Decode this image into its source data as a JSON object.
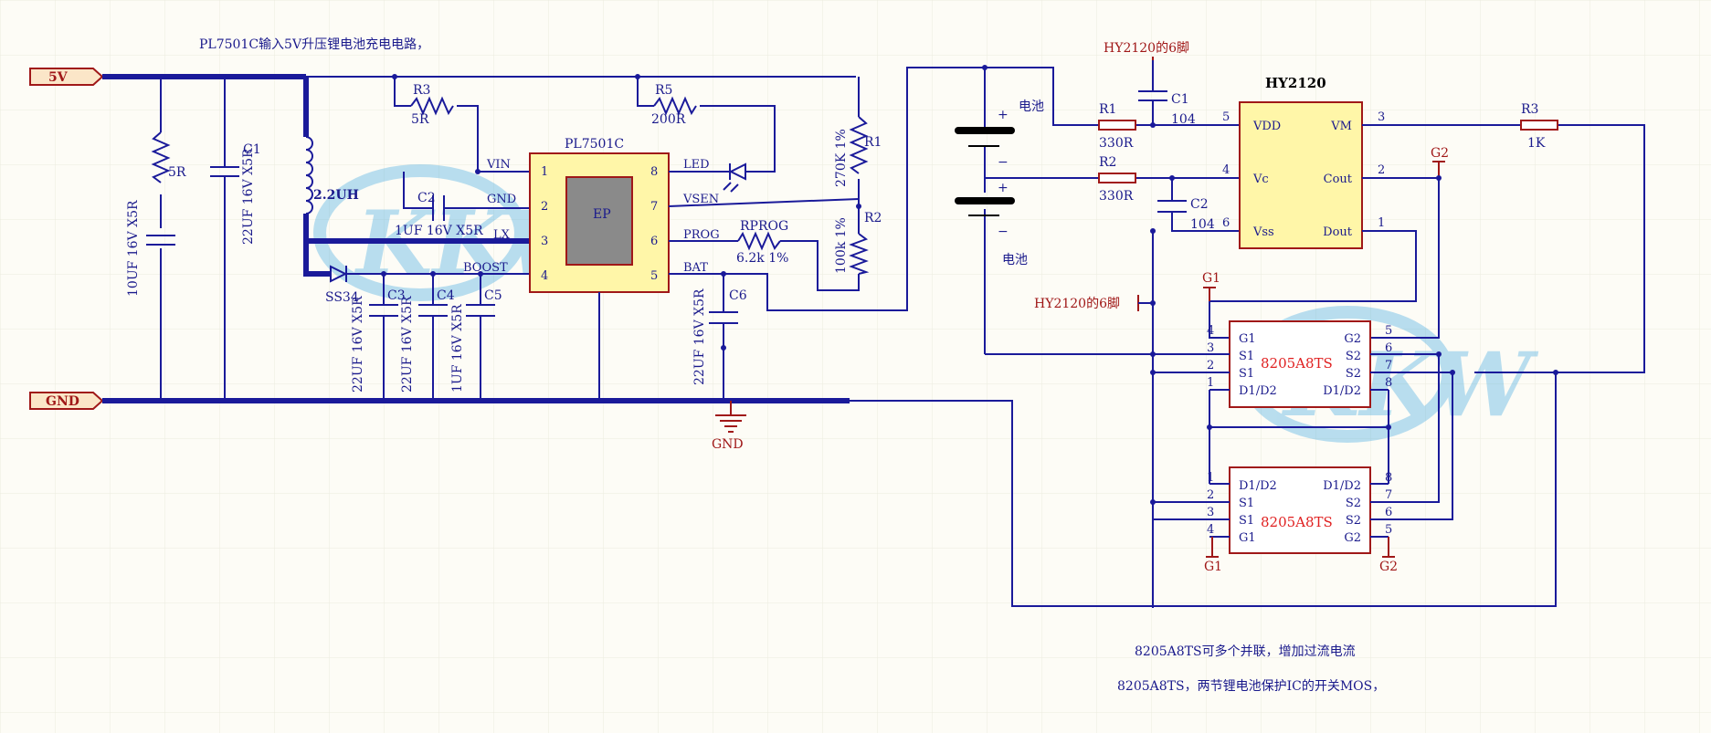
{
  "titles": {
    "main": "PL7501C输入5V升压锂电池充电电路，",
    "note1": "8205A8TS可多个并联，增加过流电流",
    "note2": "8205A8TS，两节锂电池保护IC的开关MOS，"
  },
  "ports": {
    "vin": "5V",
    "gnd": "GND"
  },
  "watermark": "KKW",
  "left": {
    "r_5r": "5R",
    "c_10uf": "10UF  16V  X5R",
    "c1": "C1",
    "c1_val": "22UF  16V  X5R",
    "inductor": "2.2UH",
    "r3": "R3",
    "r3_val": "5R",
    "c2": "C2",
    "c2_val": "1UF   16V   X5R",
    "diode": "SS34",
    "c3": "C3",
    "c3_val": "22UF  16V  X5R",
    "c4": "C4",
    "c4_val": "22UF  16V  X5R",
    "c5": "C5",
    "c5_val": "1UF  16V  X5R",
    "ic": "PL7501C",
    "ep": "EP",
    "pins_left": [
      "VIN",
      "GND",
      "LX",
      "BOOST"
    ],
    "pins_left_num": [
      "1",
      "2",
      "3",
      "4"
    ],
    "pins_right": [
      "LED",
      "VSEN",
      "PROG",
      "BAT"
    ],
    "pins_right_num": [
      "8",
      "7",
      "6",
      "5"
    ],
    "r5": "R5",
    "r5_val": "200R",
    "rprog": "RPROG",
    "rprog_val": "6.2k  1%",
    "r1": "R1",
    "r1_val": "270K  1%",
    "r2": "R2",
    "r2_val": "100k  1%",
    "c6": "C6",
    "c6_val": "22UF  16V  X5R",
    "gnd_label": "GND"
  },
  "right": {
    "battery1": "电池",
    "battery2": "电池",
    "plus": "+",
    "minus": "−",
    "pin6_label_top": "HY2120的6脚",
    "pin6_label_mid": "HY2120的6脚",
    "r1": "R1",
    "r1_val": "330R",
    "r2": "R2",
    "r2_val": "330R",
    "c1": "C1",
    "c1_val": "104",
    "c2": "C2",
    "c2_val": "104",
    "ic": "HY2120",
    "ic_pins_left": [
      "VDD",
      "Vc",
      "Vss"
    ],
    "ic_pins_left_num": [
      "5",
      "4",
      "6"
    ],
    "ic_pins_right": [
      "VM",
      "Cout",
      "Dout"
    ],
    "ic_pins_right_num": [
      "3",
      "2",
      "1"
    ],
    "r3": "R3",
    "r3_val": "1K",
    "g1": "G1",
    "g2": "G2",
    "mos": "8205A8TS",
    "mos1_left": [
      "G1",
      "S1",
      "S1",
      "D1/D2"
    ],
    "mos1_left_num": [
      "4",
      "3",
      "2",
      "1"
    ],
    "mos1_right": [
      "G2",
      "S2",
      "S2",
      "D1/D2"
    ],
    "mos1_right_num": [
      "5",
      "6",
      "7",
      "8"
    ],
    "mos2_left": [
      "D1/D2",
      "S1",
      "S1",
      "G1"
    ],
    "mos2_left_num": [
      "1",
      "2",
      "3",
      "4"
    ],
    "mos2_right": [
      "D1/D2",
      "S2",
      "S2",
      "G2"
    ],
    "mos2_right_num": [
      "8",
      "7",
      "6",
      "5"
    ]
  }
}
